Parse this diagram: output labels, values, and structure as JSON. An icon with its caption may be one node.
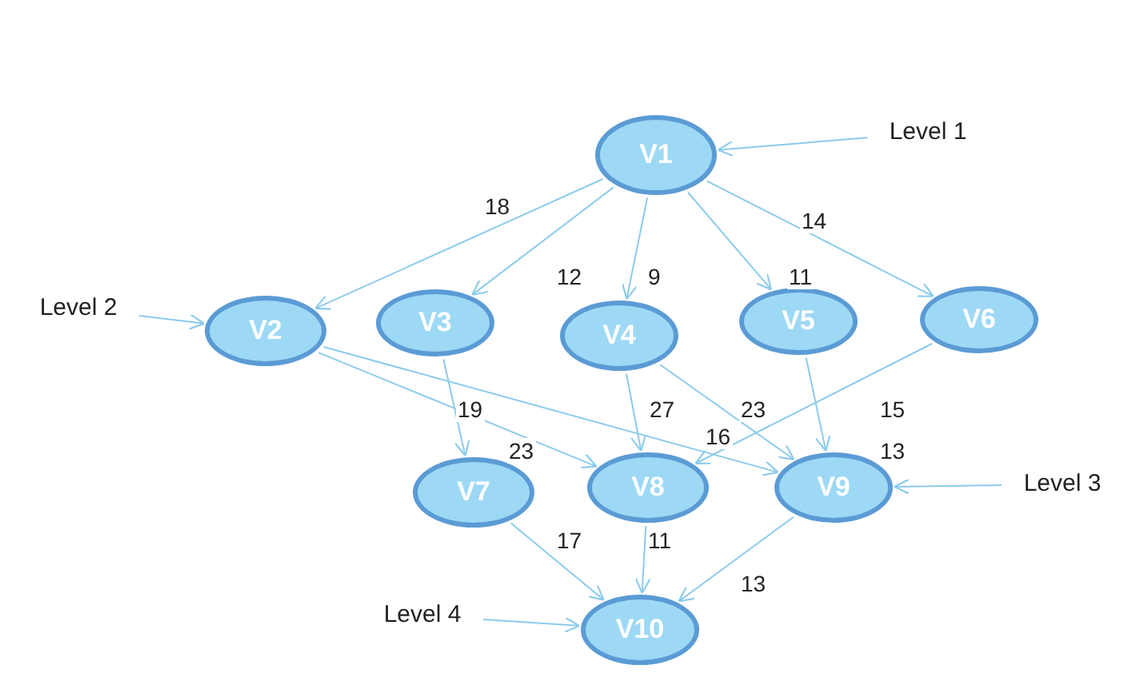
{
  "diagram": {
    "nodes": [
      {
        "text": [
          "V1"
        ]
      },
      {
        "text": [
          "V2"
        ]
      },
      {
        "text": [
          "V3"
        ]
      },
      {
        "text": [
          "V4"
        ]
      },
      {
        "text": [
          "V5"
        ]
      },
      {
        "text": [
          "V6"
        ]
      },
      {
        "text": [
          "V7"
        ]
      },
      {
        "text": [
          "V8"
        ]
      },
      {
        "text": [
          "V9"
        ]
      },
      {
        "text": [
          "V10"
        ]
      },
      {
        "text": [
          "Level 1"
        ]
      },
      {
        "text": [
          "Level 2"
        ]
      },
      {
        "text": [
          "Level 3"
        ]
      },
      {
        "text": [
          "Level 4"
        ]
      }
    ],
    "edges": [
      {
        "from": 0,
        "to": 1,
        "arrow": "to",
        "label": "18"
      },
      {
        "from": 0,
        "to": 2,
        "arrow": "to",
        "label": "12"
      },
      {
        "from": 0,
        "to": 3,
        "arrow": "to",
        "label": "9"
      },
      {
        "from": 0,
        "to": 4,
        "arrow": "to",
        "label": "11"
      },
      {
        "from": 0,
        "to": 5,
        "arrow": "to",
        "label": "14"
      },
      {
        "from": 1,
        "to": 7,
        "arrow": "to",
        "label": "23"
      },
      {
        "from": 1,
        "to": 8,
        "arrow": "to",
        "label": "16"
      },
      {
        "from": 2,
        "to": 6,
        "arrow": "to",
        "label": "19"
      },
      {
        "from": 3,
        "to": 7,
        "arrow": "to",
        "label": "27"
      },
      {
        "from": 3,
        "to": 8,
        "arrow": "to",
        "label": "23"
      },
      {
        "from": 4,
        "to": 8,
        "arrow": "to",
        "label": "13"
      },
      {
        "from": 5,
        "to": 7,
        "arrow": "to",
        "label": "15"
      },
      {
        "from": 6,
        "to": 9,
        "arrow": "to",
        "label": "17"
      },
      {
        "from": 7,
        "to": 9,
        "arrow": "to",
        "label": "11"
      },
      {
        "from": 8,
        "to": 9,
        "arrow": "to",
        "label": "13"
      },
      {
        "from": 10,
        "to": 0,
        "arrow": "to"
      },
      {
        "from": 11,
        "to": 1,
        "arrow": "to"
      },
      {
        "from": 12,
        "to": 8,
        "arrow": "to"
      },
      {
        "from": 13,
        "to": 9,
        "arrow": "to"
      }
    ]
  }
}
